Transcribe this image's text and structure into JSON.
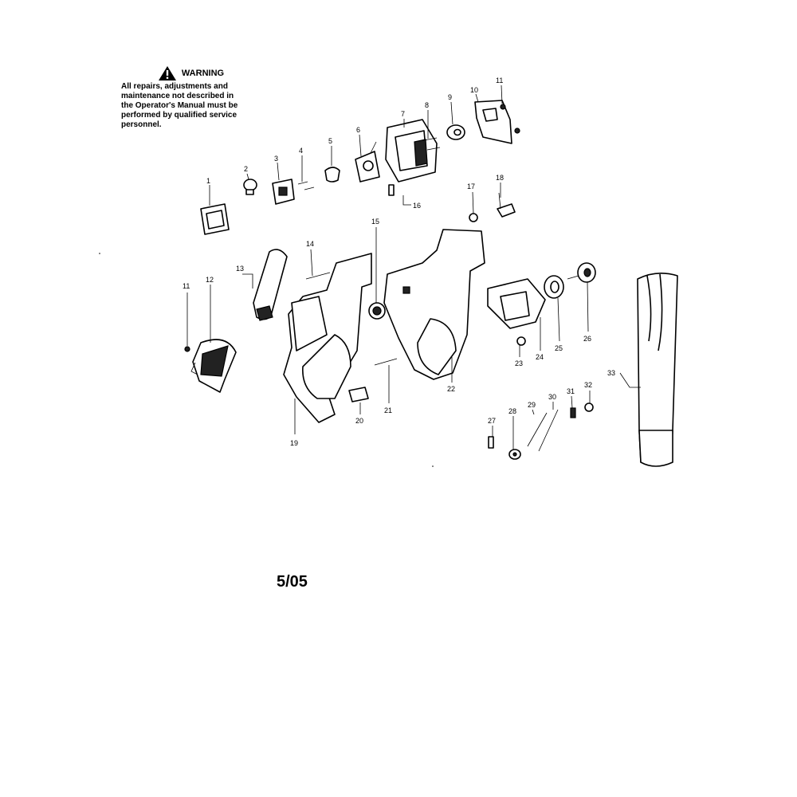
{
  "warning": {
    "title": "WARNING",
    "lines": [
      "All repairs, adjustments and",
      "maintenance not described in",
      "the Operator's Manual must be",
      "performed by qualified service",
      "personnel."
    ]
  },
  "date_code": "5/05",
  "part_numbers": [
    "1",
    "2",
    "3",
    "4",
    "5",
    "6",
    "7",
    "8",
    "9",
    "10",
    "11",
    "11",
    "12",
    "13",
    "14",
    "15",
    "16",
    "17",
    "18",
    "19",
    "20",
    "21",
    "22",
    "23",
    "24",
    "25",
    "26",
    "27",
    "28",
    "29",
    "30",
    "31",
    "32",
    "33"
  ],
  "icons": {
    "warning": "warning-triangle-icon"
  }
}
